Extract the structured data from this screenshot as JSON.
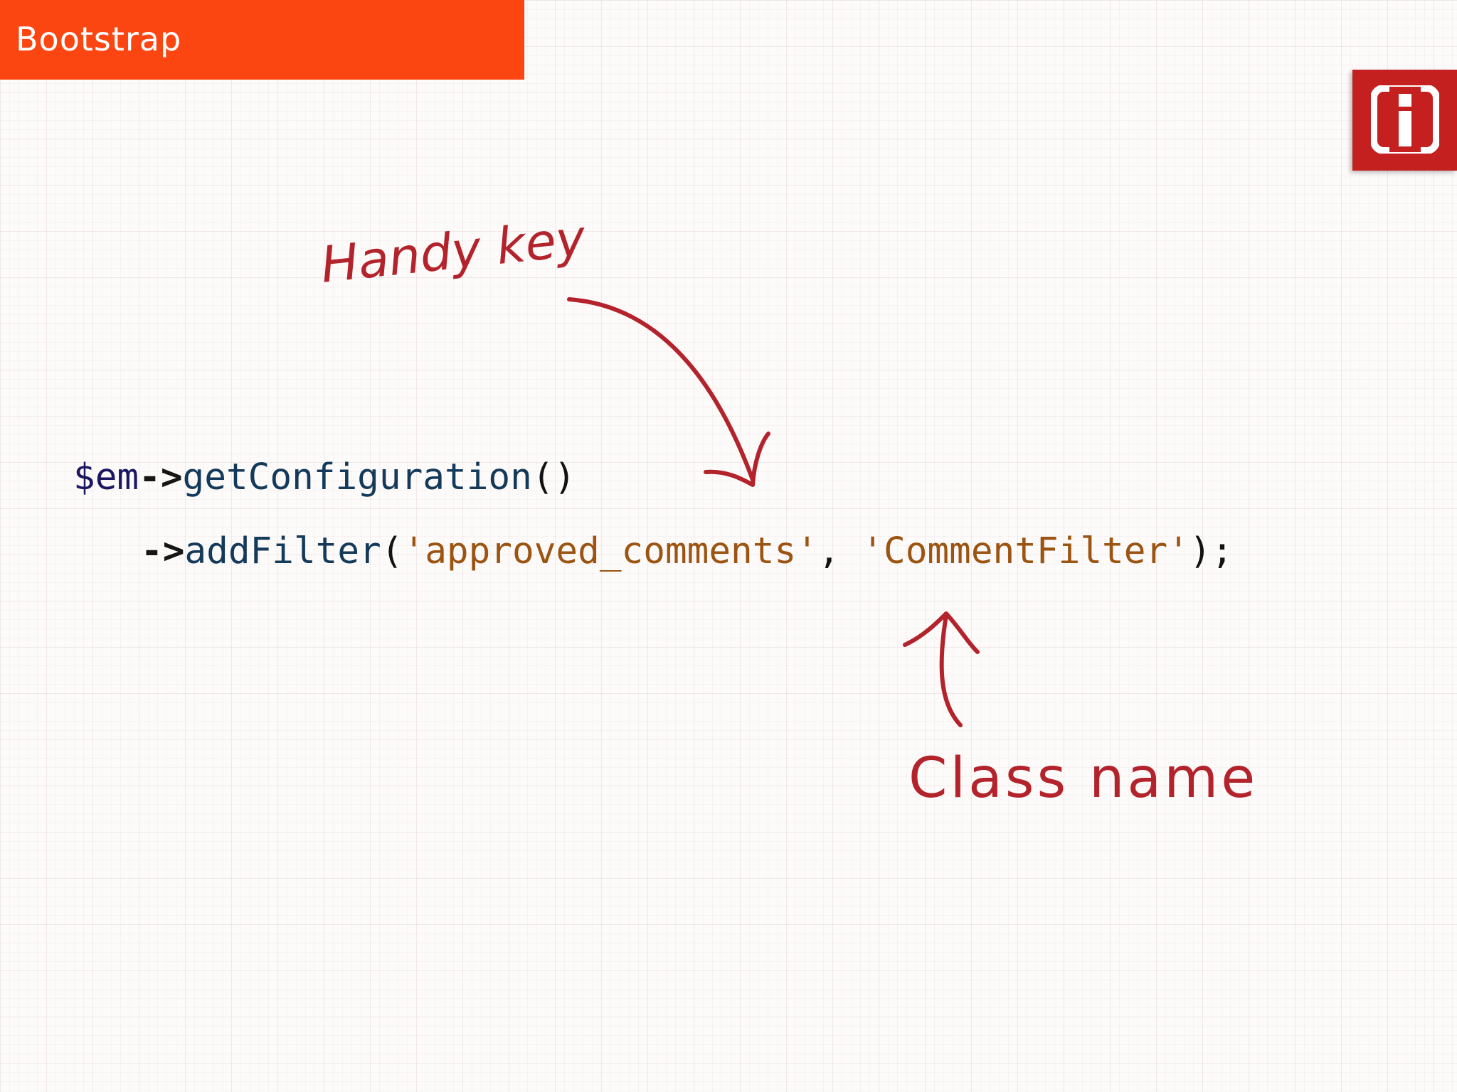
{
  "header": {
    "title": "Bootstrap",
    "color": "#fc4612"
  },
  "logo": {
    "icon": "info-badge-icon",
    "color": "#c4201f"
  },
  "code": {
    "line1": {
      "variable": "$em",
      "operator": "->",
      "method": "getConfiguration",
      "call": "()"
    },
    "line2": {
      "operator": "->",
      "method": "addFilter",
      "open_paren": "(",
      "arg1": "'approved_comments'",
      "separator": ", ",
      "arg2": "'CommentFilter'",
      "close": ");"
    }
  },
  "annotations": {
    "handy_key": "Handy key",
    "class_name": "Class name",
    "color": "#b3232c"
  }
}
